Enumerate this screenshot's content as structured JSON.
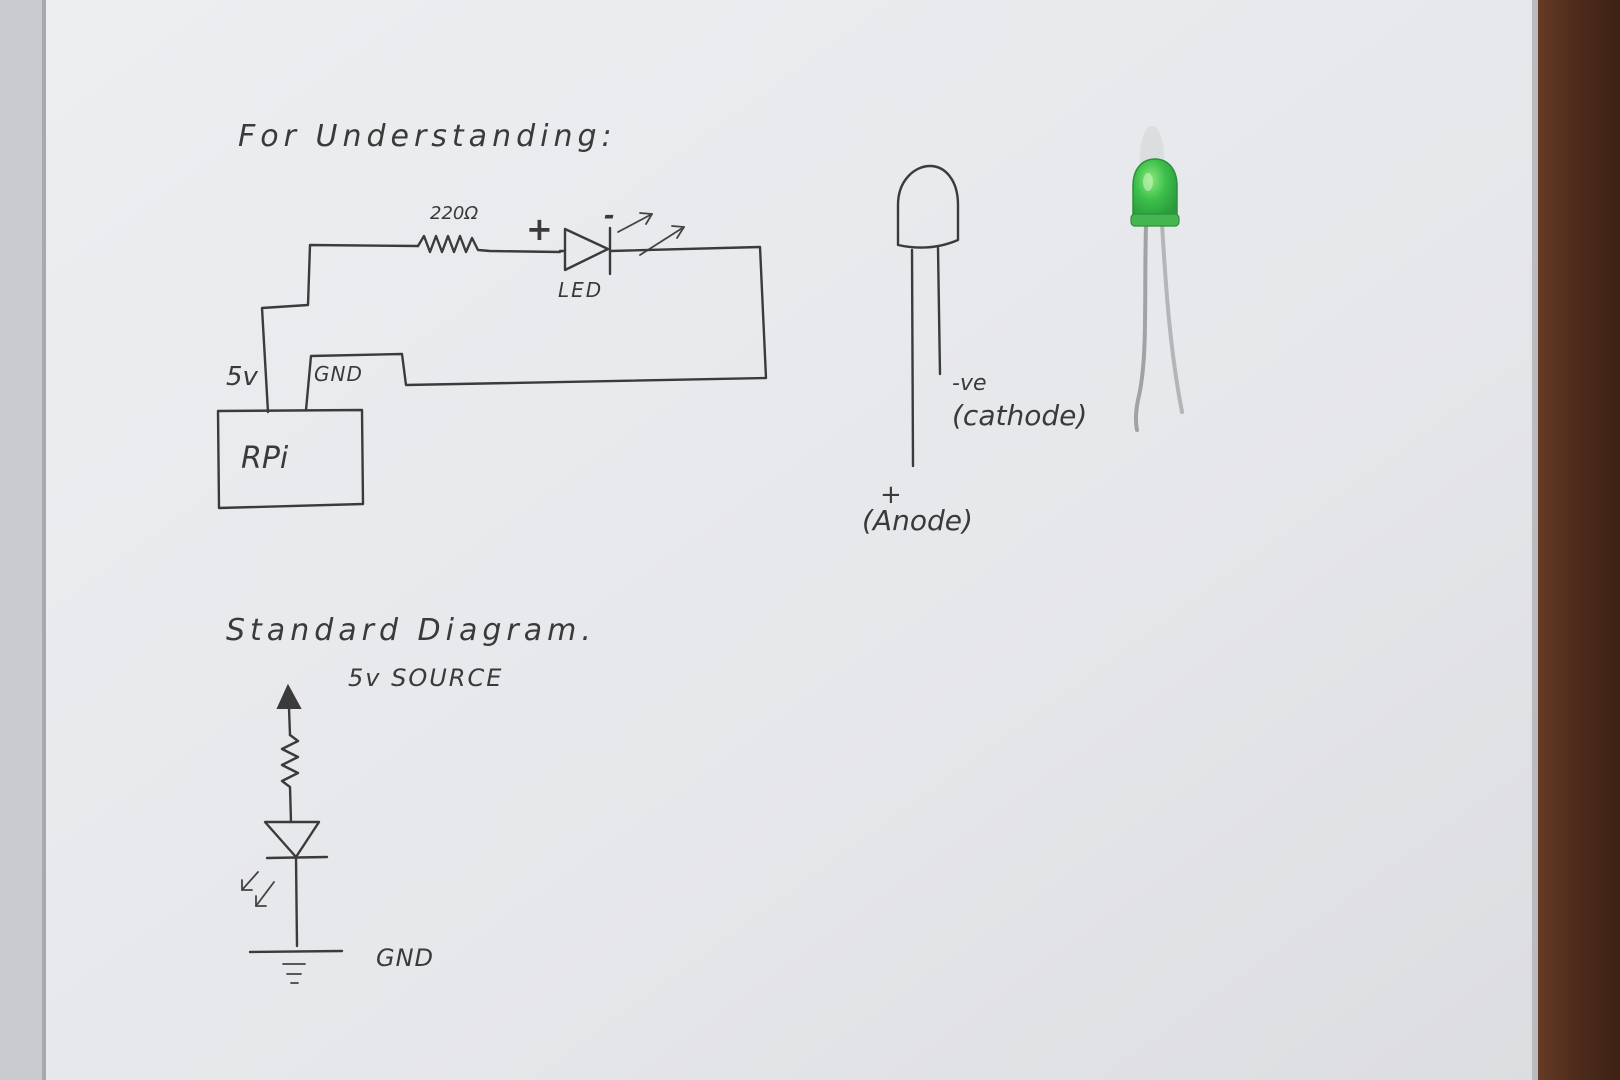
{
  "colors": {
    "paper": "#e9eaec",
    "paper_shadow": "#cfd1d4",
    "desk": "#5a3522",
    "ink": "#3b3b3b",
    "led_green": "#3fbf4f",
    "led_leg": "#a9adb0"
  },
  "understanding": {
    "heading": "For Understanding:",
    "resistor_label": "220Ω",
    "plus_label": "+",
    "minus_label": "-",
    "led_label": "LED",
    "source_label": "5v",
    "gnd_label": "GND",
    "board_label": "RPi"
  },
  "led_pinout": {
    "cathode_line1": "-ve",
    "cathode_line2": "(cathode)",
    "anode_plus": "+",
    "anode_label": "(Anode)"
  },
  "standard": {
    "heading": "Standard Diagram.",
    "source_label": "5v SOURCE",
    "gnd_label": "GND"
  }
}
